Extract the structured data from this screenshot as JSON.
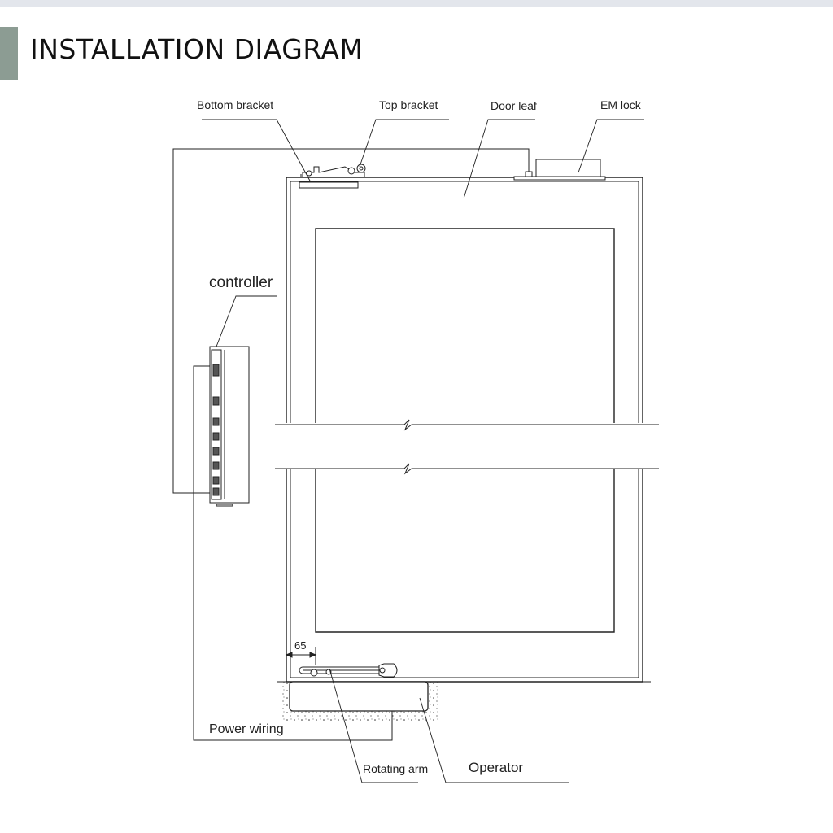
{
  "title": "INSTALLATION DIAGRAM",
  "labels": {
    "bottom_bracket": "Bottom bracket",
    "top_bracket": "Top bracket",
    "door_leaf": "Door leaf",
    "em_lock": "EM lock",
    "controller": "controller",
    "dimension": "65",
    "power_wiring": "Power wiring",
    "rotating_arm": "Rotating arm",
    "operator": "Operator"
  },
  "colors": {
    "accent": "#8c9c93",
    "top_strip": "#e3e6ec",
    "line": "#222222"
  }
}
